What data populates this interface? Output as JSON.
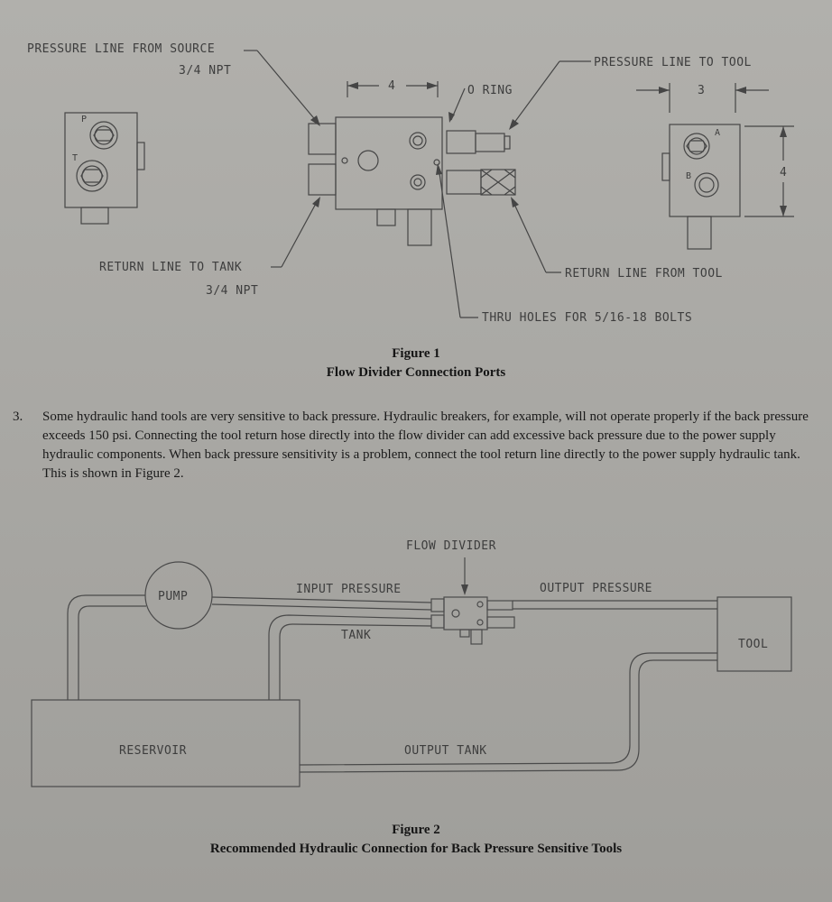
{
  "figure1": {
    "labels": {
      "pressure_from_source": "PRESSURE LINE FROM SOURCE",
      "npt_top": "3/4 NPT",
      "dim_4": "4",
      "o_ring": "O RING",
      "pressure_to_tool": "PRESSURE LINE TO TOOL",
      "dim_3": "3",
      "dim_4_vertical": "4",
      "return_to_tank": "RETURN LINE TO TANK",
      "npt_bottom": "3/4 NPT",
      "return_from_tool": "RETURN LINE FROM TOOL",
      "thru_holes": "THRU HOLES FOR 5/16-18 BOLTS",
      "port_p": "P",
      "port_t": "T",
      "port_a": "A",
      "port_b": "B"
    },
    "caption_line1": "Figure 1",
    "caption_line2": "Flow Divider Connection Ports"
  },
  "paragraph": {
    "number": "3.",
    "text": "Some hydraulic hand tools are very sensitive to back pressure. Hydraulic breakers, for example, will not operate properly if the back pressure exceeds 150 psi. Connecting the tool return hose directly into the flow divider can add excessive back pressure due to the power supply hydraulic components. When back pressure sensitivity is a problem, connect the tool return line directly to the power supply hydraulic tank. This is shown in Figure 2."
  },
  "figure2": {
    "labels": {
      "flow_divider": "FLOW DIVIDER",
      "pump": "PUMP",
      "input_pressure": "INPUT PRESSURE",
      "output_pressure": "OUTPUT PRESSURE",
      "tank": "TANK",
      "tool": "TOOL",
      "reservoir": "RESERVOIR",
      "output_tank": "OUTPUT TANK"
    },
    "caption_line1": "Figure 2",
    "caption_line2": "Recommended Hydraulic Connection for Back Pressure Sensitive Tools"
  }
}
